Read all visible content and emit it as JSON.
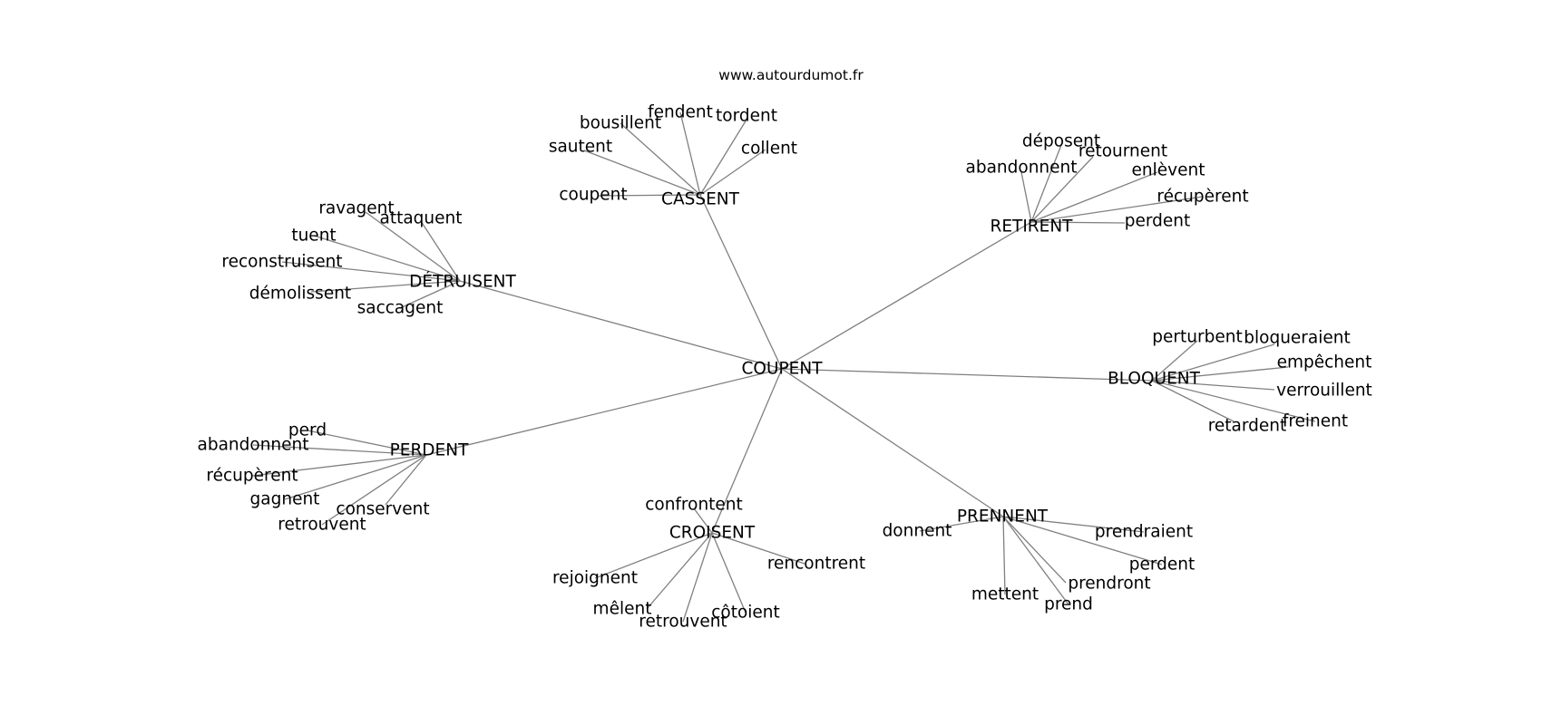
{
  "source": "www.autourdumot.fr",
  "center": "COUPENT",
  "groups": [
    {
      "hub": "CASSENT",
      "leaves": [
        "fendent",
        "tordent",
        "bousillent",
        "sautent",
        "collent",
        "coupent"
      ]
    },
    {
      "hub": "RETIRENT",
      "leaves": [
        "déposent",
        "retournent",
        "abandonnent",
        "enlèvent",
        "récupèrent",
        "perdent"
      ]
    },
    {
      "hub": "DÉTRUISENT",
      "leaves": [
        "ravagent",
        "attaquent",
        "tuent",
        "reconstruisent",
        "démolissent",
        "saccagent"
      ]
    },
    {
      "hub": "BLOQUENT",
      "leaves": [
        "perturbent",
        "bloqueraient",
        "empêchent",
        "verrouillent",
        "freinent",
        "retardent"
      ]
    },
    {
      "hub": "PERDENT",
      "leaves": [
        "perd",
        "abandonnent",
        "récupèrent",
        "gagnent",
        "conservent",
        "retrouvent"
      ]
    },
    {
      "hub": "CROISENT",
      "leaves": [
        "confrontent",
        "rencontrent",
        "rejoignent",
        "mêlent",
        "retrouvent",
        "côtoient"
      ]
    },
    {
      "hub": "PRENNENT",
      "leaves": [
        "donnent",
        "prendraient",
        "perdent",
        "prendront",
        "mettent",
        "prend"
      ]
    }
  ]
}
